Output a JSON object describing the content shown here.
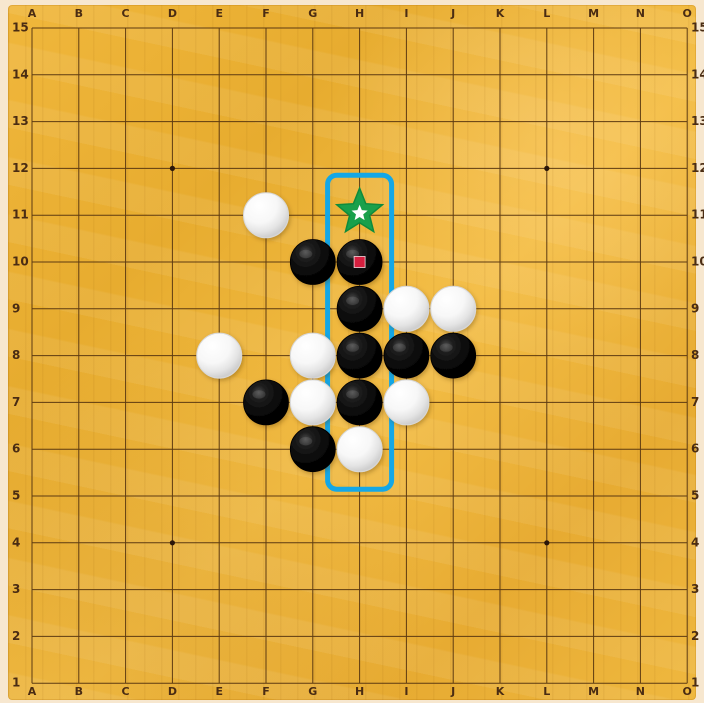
{
  "board": {
    "columns": [
      "A",
      "B",
      "C",
      "D",
      "E",
      "F",
      "G",
      "H",
      "I",
      "J",
      "K",
      "L",
      "M",
      "N",
      "O"
    ],
    "rows": [
      "15",
      "14",
      "13",
      "12",
      "11",
      "10",
      "9",
      "8",
      "7",
      "6",
      "5",
      "4",
      "3",
      "2",
      "1"
    ],
    "colors": {
      "grid_line": "#5d3a11",
      "star_point": "#2b1609",
      "wood_base": "#efb63d",
      "highlight_frame": "#14a7e6",
      "marker_square": "#d51f3f",
      "marker_star": "#19a04b"
    },
    "star_points": [
      "D12",
      "L12",
      "D4",
      "L4"
    ],
    "stones": [
      {
        "position": "F11",
        "color": "white"
      },
      {
        "position": "G10",
        "color": "black"
      },
      {
        "position": "H10",
        "color": "black"
      },
      {
        "position": "H9",
        "color": "black"
      },
      {
        "position": "I9",
        "color": "white"
      },
      {
        "position": "J9",
        "color": "white"
      },
      {
        "position": "E8",
        "color": "white"
      },
      {
        "position": "G8",
        "color": "white"
      },
      {
        "position": "H8",
        "color": "black"
      },
      {
        "position": "I8",
        "color": "black"
      },
      {
        "position": "J8",
        "color": "black"
      },
      {
        "position": "F7",
        "color": "black"
      },
      {
        "position": "G7",
        "color": "white"
      },
      {
        "position": "H7",
        "color": "black"
      },
      {
        "position": "I7",
        "color": "white"
      },
      {
        "position": "G6",
        "color": "black"
      },
      {
        "position": "H6",
        "color": "white"
      }
    ],
    "markers": {
      "last_move": "H10",
      "suggested_move": "H11",
      "highlighted_line": [
        "H11",
        "H6"
      ]
    }
  }
}
